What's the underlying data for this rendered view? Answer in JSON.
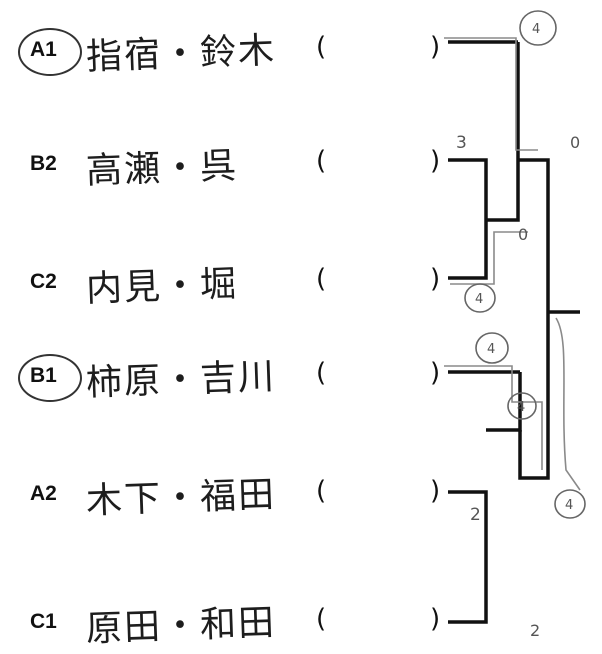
{
  "entries": [
    {
      "seed": "A1",
      "names": "指宿・鈴木",
      "paren_open": "(",
      "paren_close": ")",
      "seed_circled": true
    },
    {
      "seed": "B2",
      "names": "高瀬・呉",
      "paren_open": "(",
      "paren_close": ")",
      "seed_circled": false
    },
    {
      "seed": "C2",
      "names": "内見・堀",
      "paren_open": "(",
      "paren_close": ")",
      "seed_circled": false
    },
    {
      "seed": "B1",
      "names": "柿原・吉川",
      "paren_open": "(",
      "paren_close": ")",
      "seed_circled": true
    },
    {
      "seed": "A2",
      "names": "木下・福田",
      "paren_open": "(",
      "paren_close": ")",
      "seed_circled": false
    },
    {
      "seed": "C1",
      "names": "原田・和田",
      "paren_open": "(",
      "paren_close": ")",
      "seed_circled": false
    }
  ],
  "handwritten_scores": {
    "b2_score": "3",
    "a2_score": "2",
    "c1_score": "2",
    "semi_top_score": "0",
    "final_score": "0",
    "mark_a1": "4",
    "mark_c2": "4",
    "mark_b1": "4",
    "mark_semi_bottom": "4",
    "mark_final_bottom": "4"
  },
  "colors": {
    "ink": "#111111",
    "pencil": "#777777"
  }
}
